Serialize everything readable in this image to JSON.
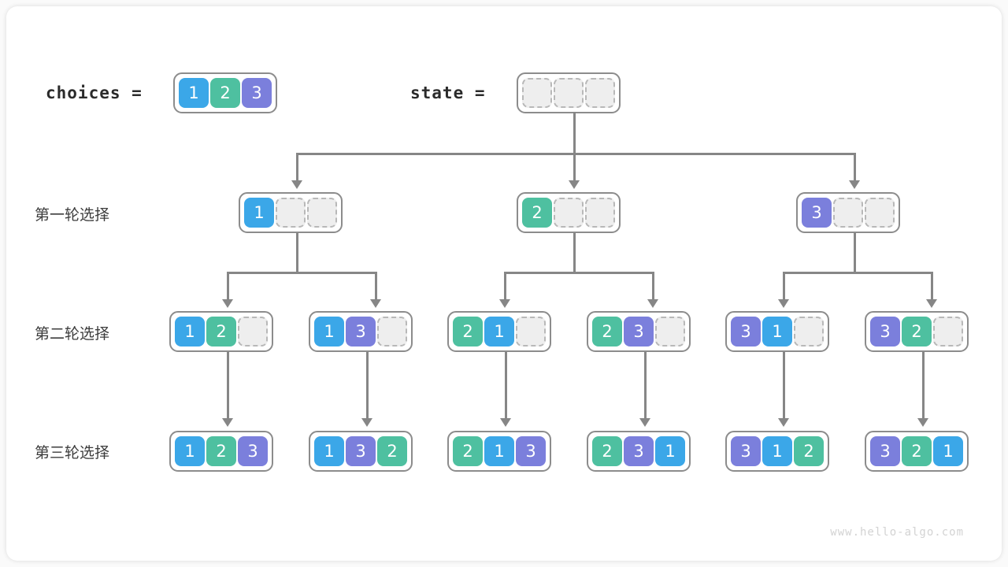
{
  "header": {
    "choices_label": "choices =",
    "state_label": "state =",
    "choices_values": [
      "1",
      "2",
      "3"
    ],
    "state_values": [
      "",
      "",
      ""
    ]
  },
  "rows": [
    {
      "label": "第一轮选择"
    },
    {
      "label": "第二轮选择"
    },
    {
      "label": "第三轮选择"
    }
  ],
  "level1": [
    {
      "cells": [
        "1",
        "",
        ""
      ]
    },
    {
      "cells": [
        "2",
        "",
        ""
      ]
    },
    {
      "cells": [
        "3",
        "",
        ""
      ]
    }
  ],
  "level2": [
    {
      "cells": [
        "1",
        "2",
        ""
      ]
    },
    {
      "cells": [
        "1",
        "3",
        ""
      ]
    },
    {
      "cells": [
        "2",
        "1",
        ""
      ]
    },
    {
      "cells": [
        "2",
        "3",
        ""
      ]
    },
    {
      "cells": [
        "3",
        "1",
        ""
      ]
    },
    {
      "cells": [
        "3",
        "2",
        ""
      ]
    }
  ],
  "level3": [
    {
      "cells": [
        "1",
        "2",
        "3"
      ]
    },
    {
      "cells": [
        "1",
        "3",
        "2"
      ]
    },
    {
      "cells": [
        "2",
        "1",
        "3"
      ]
    },
    {
      "cells": [
        "2",
        "3",
        "1"
      ]
    },
    {
      "cells": [
        "3",
        "1",
        "2"
      ]
    },
    {
      "cells": [
        "3",
        "2",
        "1"
      ]
    }
  ],
  "colors": {
    "value_1": "#3ba7e8",
    "value_2": "#4ec0a0",
    "value_3": "#7b7fdc",
    "connector": "#868686",
    "empty_cell": "#eeeeee",
    "box_border": "#8c8c8c"
  },
  "watermark": "www.hello-algo.com"
}
